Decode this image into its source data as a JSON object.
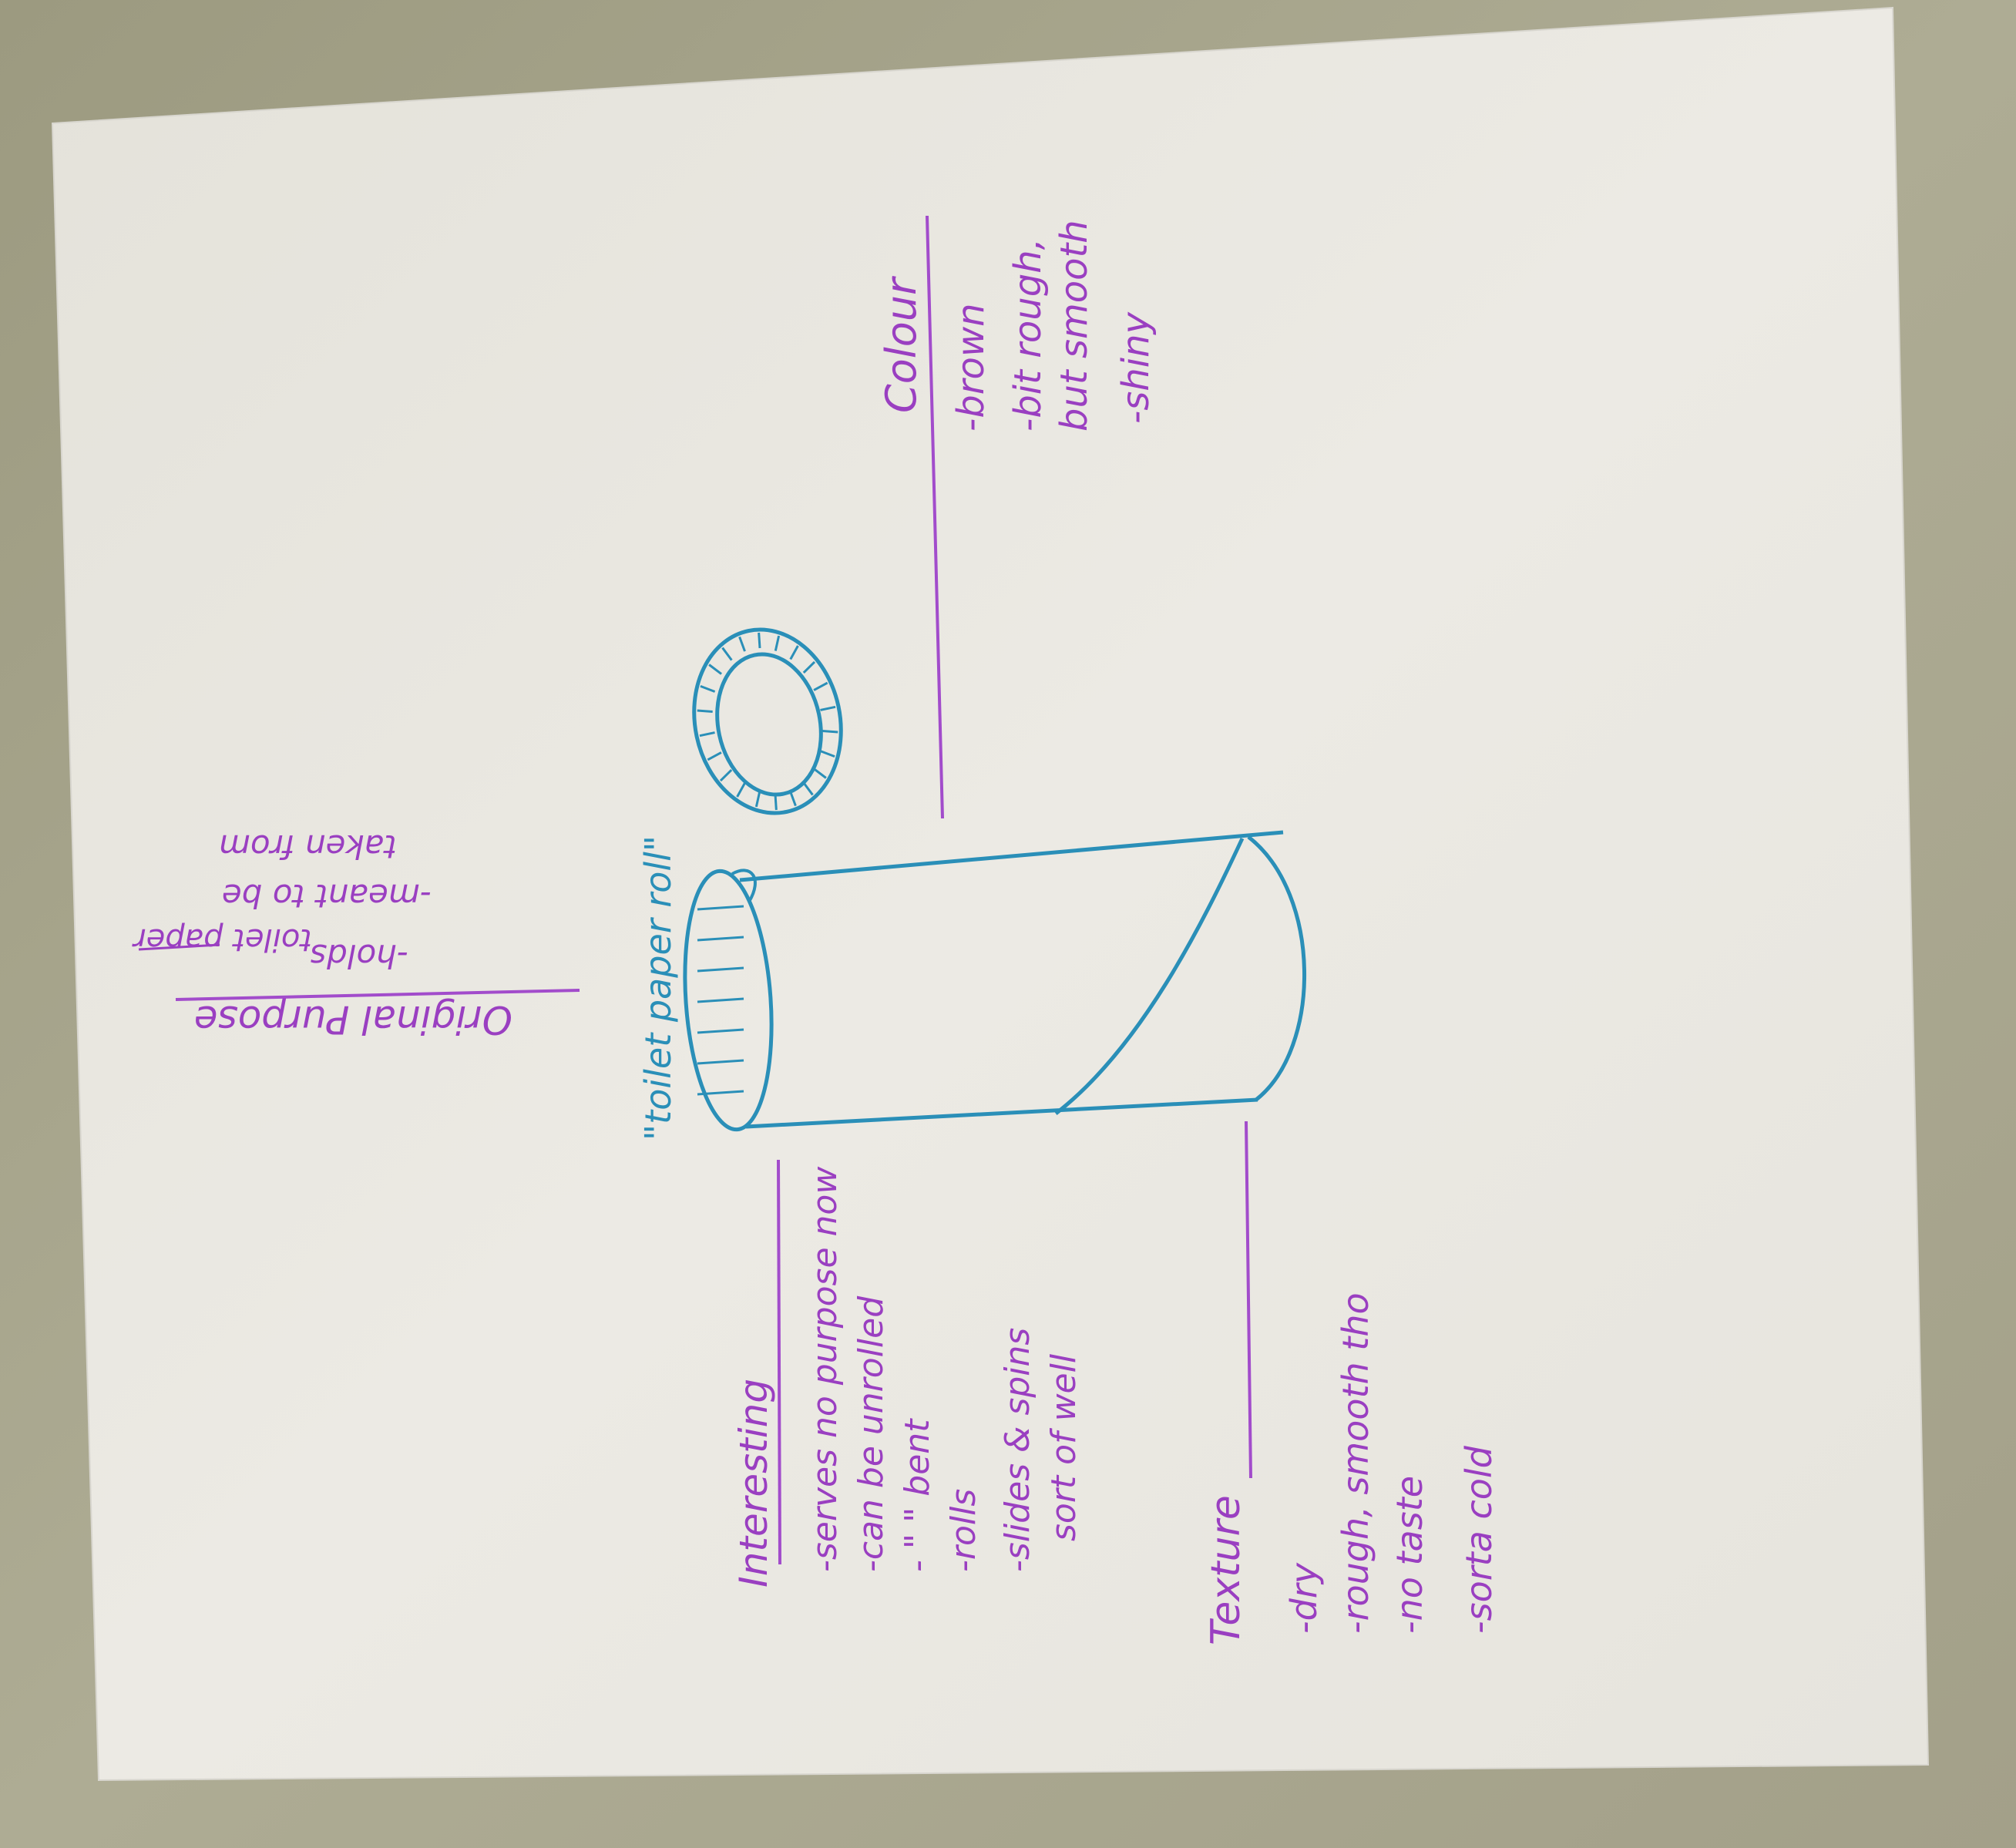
{
  "photo": {
    "subject": "Handwritten mind-map sketch on white paper",
    "colors": {
      "table": "#a8a58c",
      "paper": "#e9e7e1",
      "purple_ink": "#9a3fc1",
      "blue_ink": "#2a8fb8"
    }
  },
  "notes": {
    "colour": {
      "heading": "Colour",
      "items": [
        "-brown",
        "-bit rough,",
        "but smooth",
        "-shiny"
      ]
    },
    "original_purpose": {
      "heading": "Original Purpose",
      "items": [
        "-holds",
        "toilet paper",
        "-meant to be",
        "taken from"
      ]
    },
    "drawing_label": "\"toilet paper roll\"",
    "interesting": {
      "heading": "Interesting",
      "items": [
        "-serves no purpose now",
        "-can be unrolled",
        "- \" \" bent",
        "-rolls",
        "-slides & spins",
        "sort of well"
      ]
    },
    "texture": {
      "heading": "Texture",
      "items": [
        "-dry",
        "-rough, smooth tho",
        "-no taste",
        "-sorta cold"
      ]
    }
  }
}
